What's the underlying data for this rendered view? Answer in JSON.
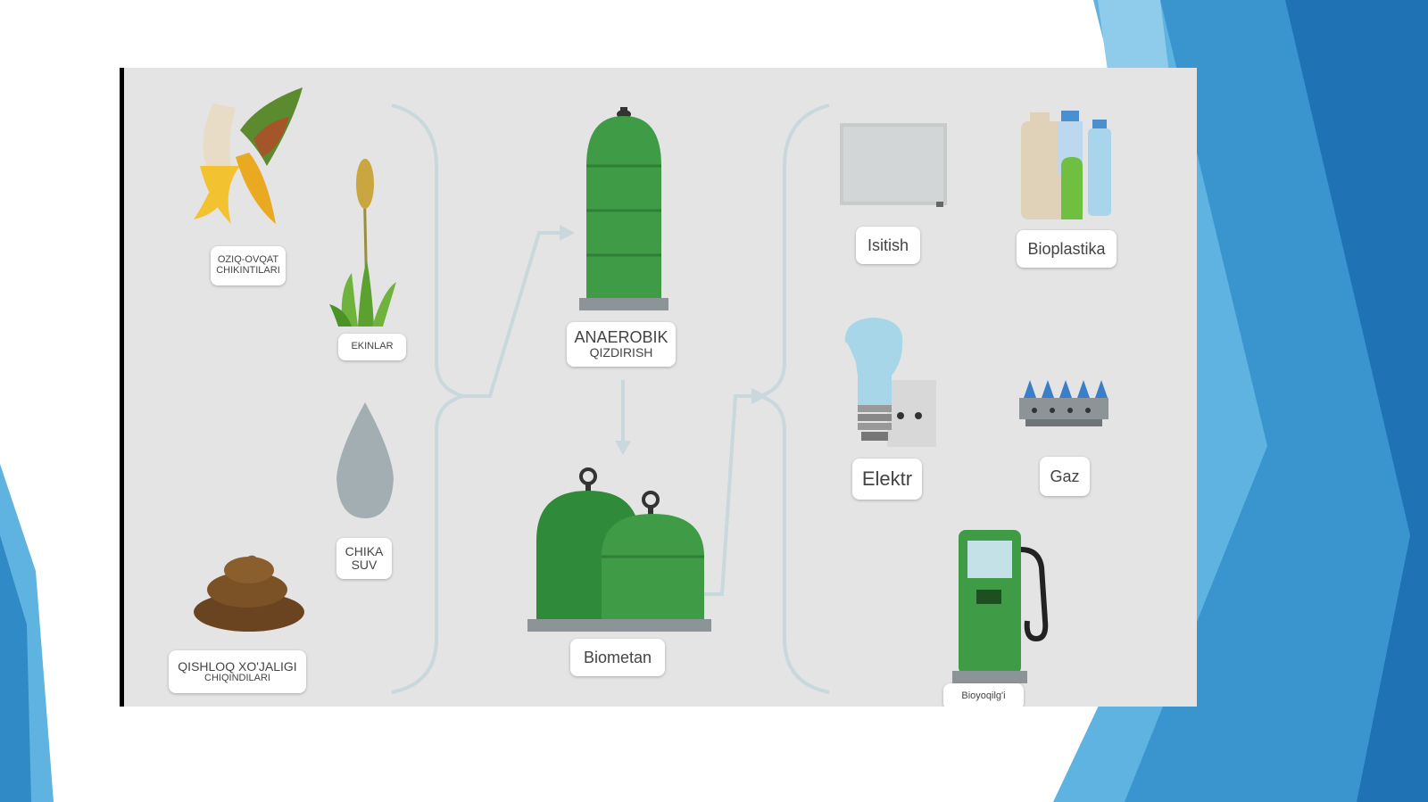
{
  "colors": {
    "panel_background": "#e4e4e4",
    "tank_green": "#3f9b46",
    "tank_dark_green": "#2f7f36",
    "flow_line": "#c9d8dc",
    "slide_blue_dark": "#1f73b4",
    "slide_blue_light": "#5fb3e0"
  },
  "inputs": [
    {
      "icon": "food-waste-icon",
      "line1": "OZIQ-OVQAT",
      "line2": "CHIKINTILARI"
    },
    {
      "icon": "crops-icon",
      "line1": "EKINLAR",
      "line2": ""
    },
    {
      "icon": "water-drop-icon",
      "line1": "CHIKA",
      "line2": "SUV"
    },
    {
      "icon": "manure-icon",
      "line1": "QISHLOQ XO'JALIGI",
      "line2": "CHIQINDILARI"
    }
  ],
  "process": {
    "digester": {
      "icon": "digester-tank-icon",
      "line1": "ANAEROBIK",
      "line2": "QIZDIRISH"
    },
    "storage": {
      "icon": "biomethane-tanks-icon",
      "label": "Biometan"
    }
  },
  "outputs": [
    {
      "icon": "heater-icon",
      "label": "Isitish"
    },
    {
      "icon": "bioplastic-bottles-icon",
      "label": "Bioplastika"
    },
    {
      "icon": "light-bulb-socket-icon",
      "label": "Elektr"
    },
    {
      "icon": "gas-burner-icon",
      "label": "Gaz"
    },
    {
      "icon": "fuel-pump-icon",
      "label": "Bioyoqilg'i"
    }
  ]
}
